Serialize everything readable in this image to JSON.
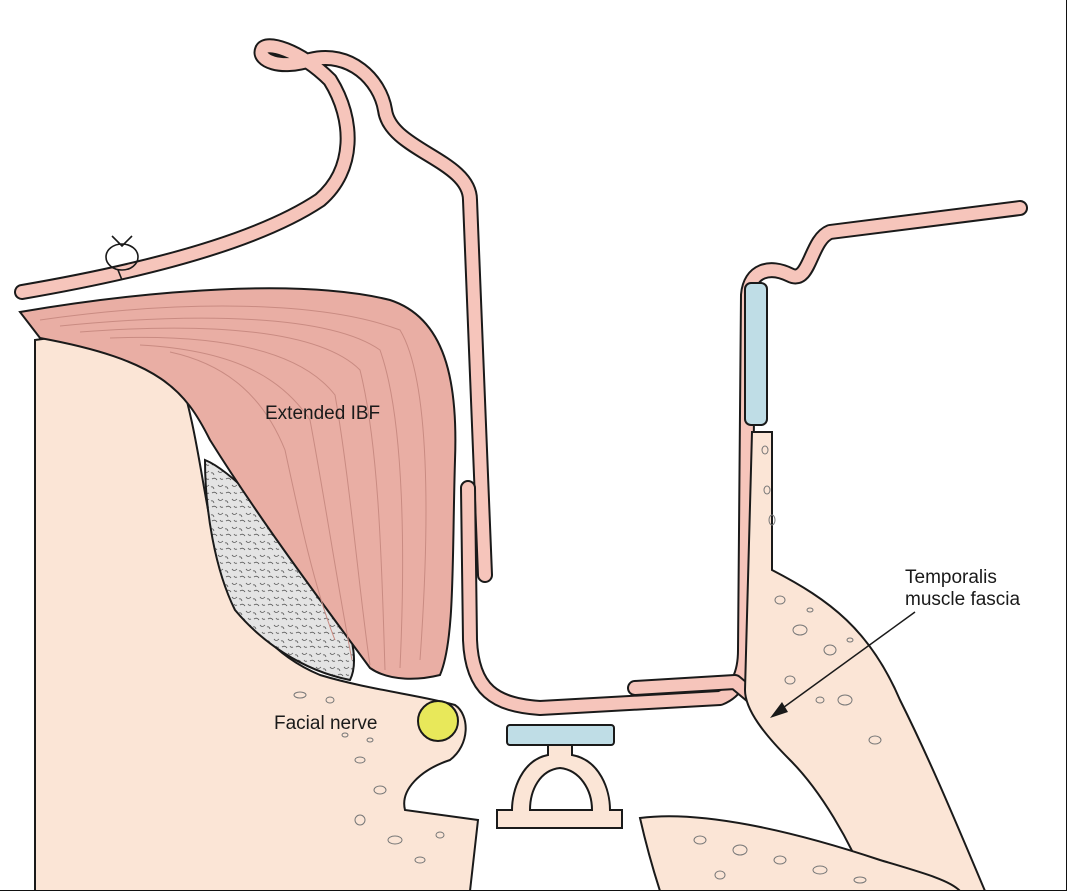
{
  "labels": {
    "extended_ibf": "Extended IBF",
    "facial_nerve": "Facial nerve",
    "temporalis_line1": "Temporalis",
    "temporalis_line2": "muscle fascia"
  },
  "colors": {
    "skin": "#f6c5bb",
    "muscle": "#e9aea4",
    "bone": "#fbe5d6",
    "mastoid_air": "#dadada",
    "graft": "#bfdde6",
    "nerve": "#e8e85a",
    "outline": "#1a1a1a"
  }
}
